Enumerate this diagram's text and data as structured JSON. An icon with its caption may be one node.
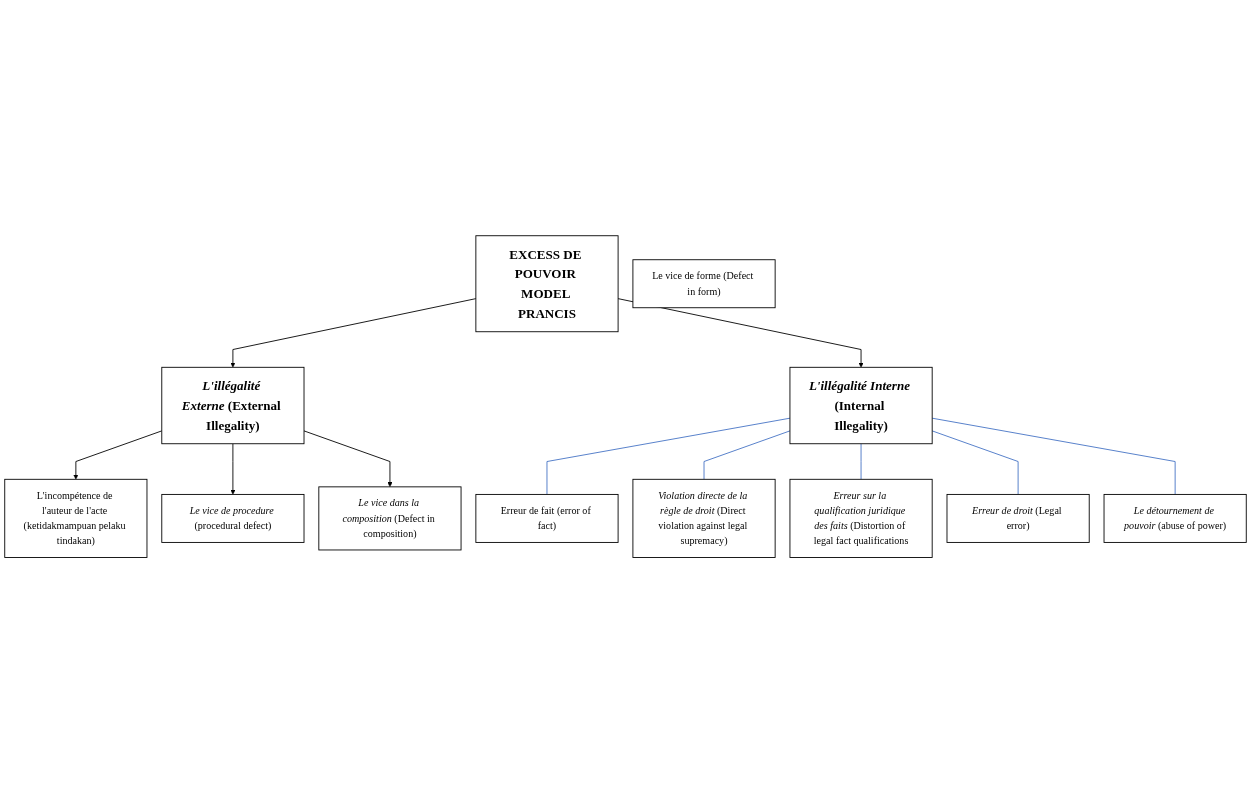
{
  "diagram": {
    "nodes": [
      {
        "text": [
          "EXCESS DE POUVOIR MODEL PRANCIS"
        ]
      },
      {
        "text": [
          "*L'illégalité Externe* (External Illegality)"
        ]
      },
      {
        "text": [
          "*L'illégalité Interne* (Internal Illegality)"
        ]
      },
      {
        "text": [
          "L'incompétence de l'auteur de l'acte (ketidakmampuan pelaku tindakan)"
        ]
      },
      {
        "text": [
          "Le vice de forme (Defect in form)"
        ]
      },
      {
        "text": [
          "*Le vice de procedure* (procedural defect)"
        ]
      },
      {
        "text": [
          "*Le vice dans la composition* (Defect in composition)"
        ]
      },
      {
        "text": [
          "Erreur de fait (error of fact)"
        ]
      },
      {
        "text": [
          "*Violation directe de la règle de droit* (Direct violation against legal supremacy)"
        ]
      },
      {
        "text": [
          "*Erreur sur la qualification juridique des faits* (Distortion of legal fact qualifications"
        ]
      },
      {
        "text": [
          "*Erreur de droit* (Legal error)"
        ]
      },
      {
        "text": [
          "*Le détournement de pouvoir* (abuse of power)"
        ]
      }
    ],
    "edges": [
      {
        "from": 0,
        "to": 1,
        "arrow": "to"
      },
      {
        "from": 0,
        "to": 2,
        "arrow": "to"
      },
      {
        "from": 1,
        "to": 3,
        "arrow": "to"
      },
      {
        "from": 1,
        "to": 5,
        "arrow": "to"
      },
      {
        "from": 1,
        "to": 6,
        "arrow": "to"
      },
      {
        "from": 2,
        "to": 7,
        "arrow": "none",
        "color": "#4472c4"
      },
      {
        "from": 2,
        "to": 8,
        "arrow": "none",
        "color": "#4472c4"
      },
      {
        "from": 2,
        "to": 9,
        "arrow": "none",
        "color": "#4472c4"
      },
      {
        "from": 2,
        "to": 10,
        "arrow": "none",
        "color": "#4472c4"
      },
      {
        "from": 2,
        "to": 11,
        "arrow": "none",
        "color": "#4472c4"
      }
    ]
  }
}
